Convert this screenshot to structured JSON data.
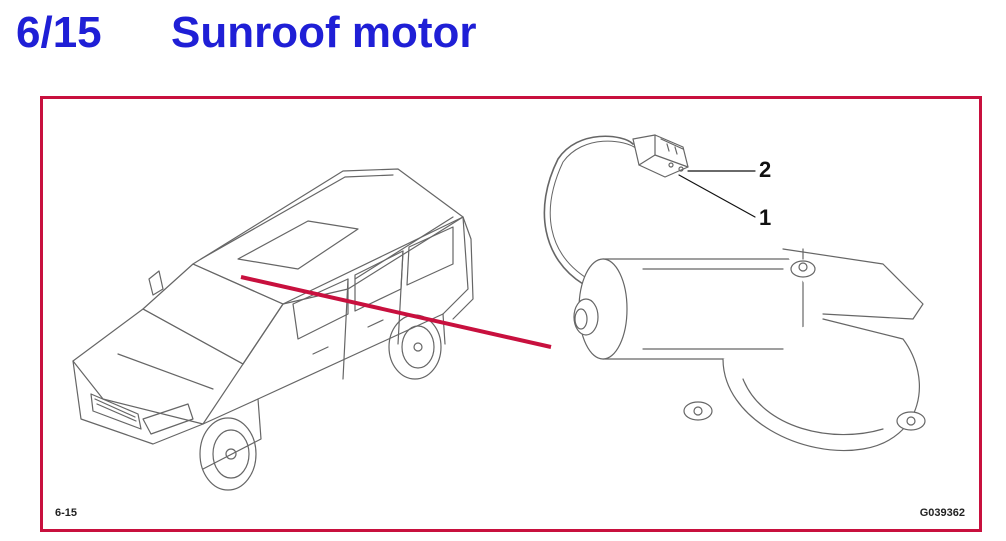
{
  "header": {
    "section_number": "6/15",
    "title": "Sunroof motor"
  },
  "figure": {
    "page_ref": "6-15",
    "figure_id": "G039362",
    "callouts": [
      {
        "label": "2"
      },
      {
        "label": "1"
      }
    ]
  },
  "colors": {
    "title_blue": "#1f1fd6",
    "frame_red": "#c8103e",
    "pointer_red": "#c8103e",
    "line_gray": "#555555"
  }
}
